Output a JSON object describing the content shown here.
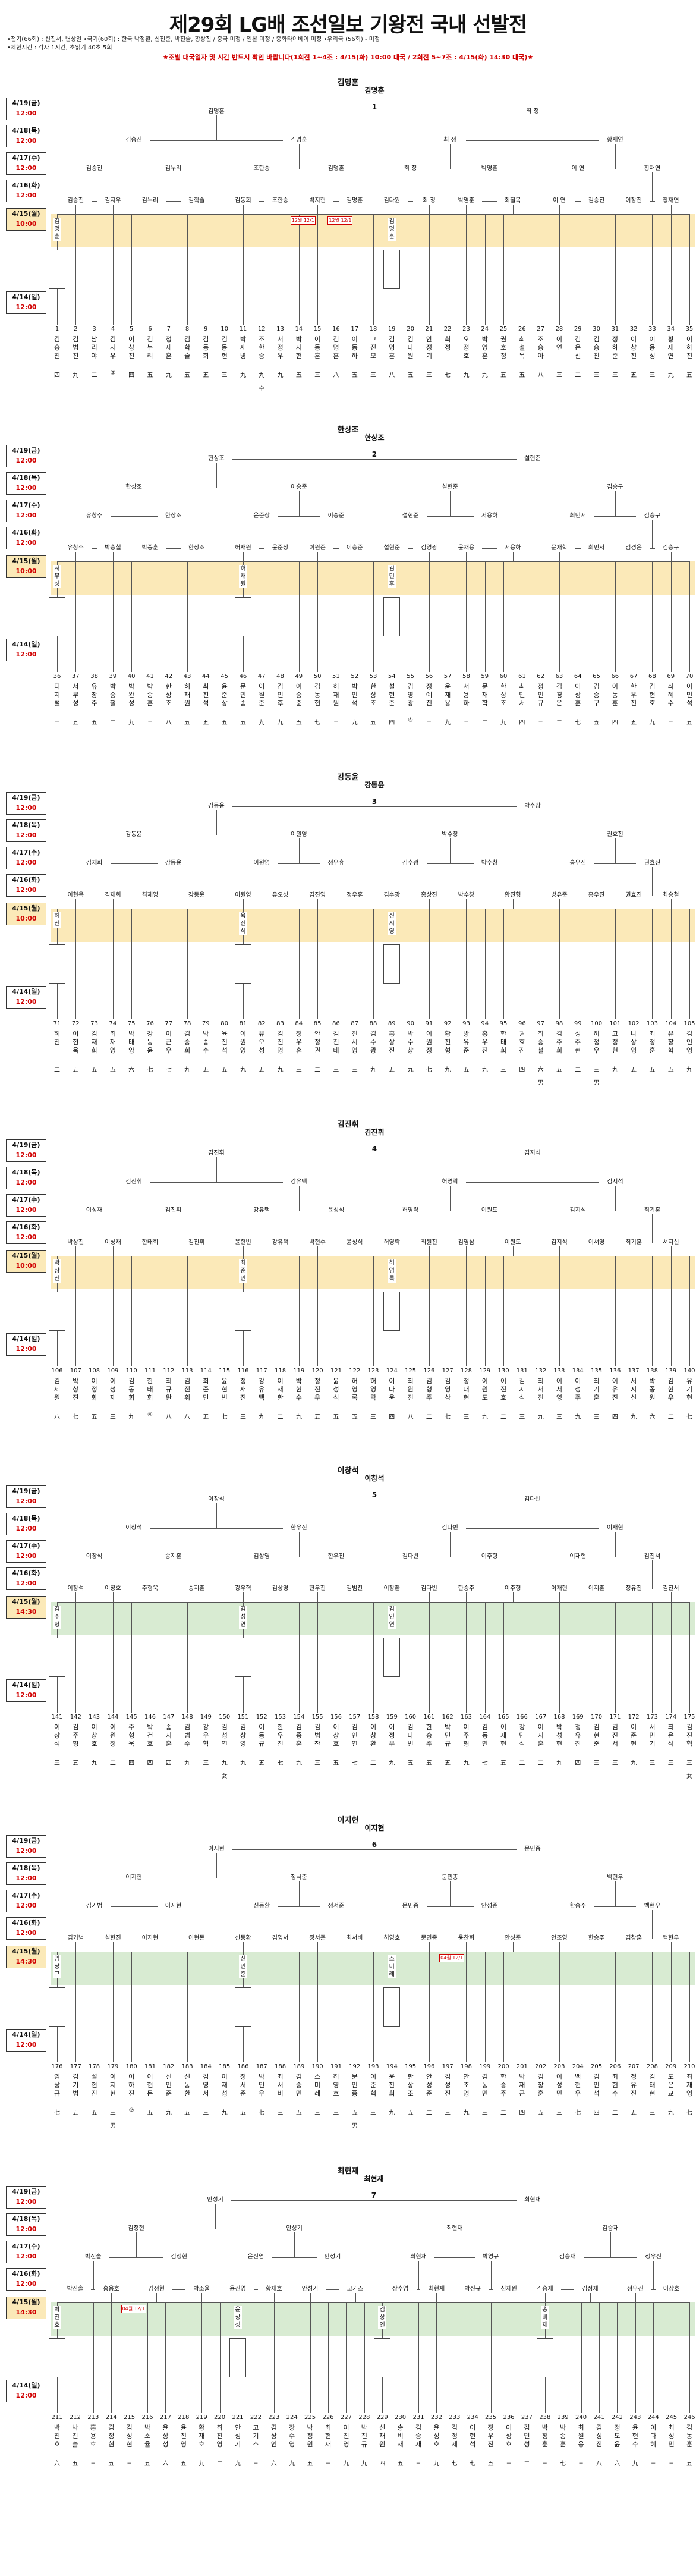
{
  "header": {
    "title": "제29회 LG배 조선일보 기왕전 국내 선발전",
    "info_line1": "•전기(66회) : 신진서, 변상일 •국기(60회) : 한국 박정환, 신진준, 박진솔, 황상진 / 중국 미정 / 일본 미정 / 중화타이베이 미정  •우리국 (56회) - 미정",
    "info_line2": "•제한시간 : 각자 1시간, 초읽기 40초 5회",
    "notice": "★조별 대국일자 및 시간 반드시 확인 바랍니다(1회전 1~4조 : 4/15(화) 10:00 대국 / 2회전 5~7조 : 4/15(화) 14:30 대국)★"
  },
  "colors": {
    "today_band": "#fbe9b8",
    "green_band": "#d8ebd2",
    "red": "#d00000"
  },
  "groups": [
    {
      "title": "김명훈",
      "no": "1",
      "date_time": "10:00",
      "band": "yellow",
      "seed_pos": [
        1,
        19
      ],
      "seeds": [
        "김명훈",
        "김명훈"
      ],
      "r2": [
        "김명훈",
        "최 정"
      ],
      "r3": [
        "김승진",
        "김명훈",
        "최 정",
        "황재연"
      ],
      "r4": [
        "김승진",
        "김누리",
        "조한승",
        "김명훈",
        "최 정",
        "박영훈",
        "이 연",
        "황재연"
      ],
      "r5": [
        "김승진",
        "김지우",
        "김누리",
        "김학술",
        "김동희",
        "조한승",
        "박지현",
        "김명훈",
        "김다원",
        "최 정",
        "박영훈",
        "최철목",
        "이 연",
        "김승진",
        "이창진",
        "황재연"
      ],
      "tags": [
        {
          "pos": 14,
          "text": "12월 12/1"
        },
        {
          "pos": 16,
          "text": "12월 12/1"
        }
      ],
      "numbers": [
        "1",
        "2",
        "3",
        "4",
        "5",
        "6",
        "7",
        "8",
        "9",
        "10",
        "11",
        "12",
        "13",
        "14",
        "15",
        "16",
        "17",
        "18",
        "19",
        "20",
        "21",
        "22",
        "23",
        "24",
        "25",
        "26",
        "27",
        "28",
        "29",
        "30",
        "31",
        "32",
        "33",
        "34",
        "35"
      ],
      "players": [
        "김승진",
        "김범진",
        "남리야",
        "김지우",
        "이상진",
        "김누리",
        "정재훈",
        "김학술",
        "김동희",
        "김동현",
        "박재병",
        "조한승",
        "서정우",
        "박지현",
        "이동훈",
        "김명훈",
        "이동하",
        "고진모",
        "김명훈",
        "김다원",
        "안정기",
        "최정",
        "오정호",
        "박영훈",
        "권호정",
        "최철목",
        "조승아",
        "이연",
        "김은선",
        "김승진",
        "정하준",
        "이창진",
        "이용성",
        "황재연",
        "이하진"
      ],
      "ranks": [
        "四",
        "九",
        "二",
        "②",
        "四",
        "五",
        "九",
        "五",
        "五",
        "三",
        "九",
        "九",
        "九",
        "五",
        "三",
        "八",
        "五",
        "三",
        "八",
        "五",
        "三",
        "七",
        "九",
        "九",
        "五",
        "五",
        "八",
        "三",
        "二",
        "三",
        "三",
        "五",
        "三",
        "九",
        "五"
      ],
      "r6_extra": "수"
    },
    {
      "title": "한상조",
      "no": "2",
      "date_time": "10:00",
      "band": "yellow",
      "seed_pos": [
        1,
        11,
        19
      ],
      "seeds": [
        "서무성",
        "허재원",
        "김민후"
      ],
      "r2": [
        "한상조",
        "설현준"
      ],
      "r3": [
        "한상조",
        "이승준",
        "설현준",
        "김승구"
      ],
      "r4": [
        "유창주",
        "한상조",
        "윤준상",
        "이승준",
        "설현준",
        "서용하",
        "최민서",
        "김승구"
      ],
      "r5": [
        "유창주",
        "박승철",
        "박종훈",
        "한상조",
        "허재원",
        "윤준상",
        "이원준",
        "이승준",
        "설현준",
        "김영광",
        "윤재용",
        "서용하",
        "문재학",
        "최민서",
        "김경은",
        "김승구"
      ],
      "tags": [],
      "numbers": [
        "36",
        "37",
        "38",
        "39",
        "40",
        "41",
        "42",
        "43",
        "44",
        "45",
        "46",
        "47",
        "48",
        "49",
        "50",
        "51",
        "52",
        "53",
        "54",
        "55",
        "56",
        "57",
        "58",
        "59",
        "60",
        "61",
        "62",
        "63",
        "64",
        "65",
        "66",
        "67",
        "68",
        "69",
        "70"
      ],
      "players": [
        "디지털",
        "서무성",
        "유창주",
        "박승철",
        "박완성",
        "박종훈",
        "한상조",
        "허재원",
        "최진석",
        "윤준상",
        "문민종",
        "이원준",
        "김민후",
        "이승준",
        "김동현",
        "허재원",
        "박민석",
        "한상조",
        "설현준",
        "김영광",
        "정예진",
        "윤재용",
        "서용하",
        "문재학",
        "한상조",
        "최민서",
        "정민규",
        "김경은",
        "이상훈",
        "김승구",
        "이동훈",
        "한우진",
        "김현호",
        "최혜수",
        "이민석"
      ],
      "ranks": [
        "三",
        "五",
        "五",
        "二",
        "九",
        "三",
        "八",
        "五",
        "五",
        "五",
        "五",
        "九",
        "九",
        "五",
        "七",
        "三",
        "九",
        "五",
        "四",
        "⑥",
        "三",
        "九",
        "三",
        "二",
        "九",
        "四",
        "三",
        "二",
        "七",
        "五",
        "四",
        "五",
        "九",
        "三",
        "五"
      ]
    },
    {
      "title": "강동윤",
      "no": "3",
      "date_time": "10:00",
      "band": "yellow",
      "seed_pos": [
        1,
        11,
        19
      ],
      "seeds": [
        "허진",
        "육진석",
        "진시영"
      ],
      "r2": [
        "강동윤",
        "박수창"
      ],
      "r3": [
        "강동윤",
        "이원영",
        "박수창",
        "권효진"
      ],
      "r4": [
        "김재희",
        "강동윤",
        "이원영",
        "정우휴",
        "김수광",
        "박수창",
        "홍우진",
        "권효진"
      ],
      "r5": [
        "이현욱",
        "김재희",
        "최재영",
        "강동윤",
        "이원영",
        "유오성",
        "김진영",
        "정우휴",
        "김수광",
        "홍상진",
        "박수창",
        "황진형",
        "방유준",
        "홍우진",
        "권효진",
        "최승철"
      ],
      "tags": [],
      "numbers": [
        "71",
        "72",
        "73",
        "74",
        "75",
        "76",
        "77",
        "78",
        "79",
        "80",
        "81",
        "82",
        "83",
        "84",
        "85",
        "86",
        "87",
        "88",
        "89",
        "90",
        "91",
        "92",
        "93",
        "94",
        "95",
        "96",
        "97",
        "98",
        "99",
        "100",
        "101",
        "102",
        "103",
        "104",
        "105"
      ],
      "players": [
        "허진",
        "이현욱",
        "김재희",
        "최재영",
        "박태양",
        "강동윤",
        "이근우",
        "김승희",
        "박종수",
        "육진석",
        "이원영",
        "유오성",
        "김진영",
        "정우휴",
        "안정권",
        "김진태",
        "진시영",
        "김수광",
        "홍상진",
        "박수창",
        "이원정",
        "황진형",
        "방유준",
        "홍우진",
        "한태희",
        "권효진",
        "최승철",
        "김주희",
        "성주현",
        "허정우",
        "고정현",
        "나상영",
        "최정훈",
        "유창혁",
        "김인영"
      ],
      "ranks": [
        "二",
        "五",
        "五",
        "五",
        "六",
        "七",
        "七",
        "九",
        "五",
        "五",
        "九",
        "五",
        "九",
        "三",
        "二",
        "三",
        "三",
        "九",
        "五",
        "九",
        "七",
        "九",
        "五",
        "九",
        "三",
        "四",
        "六",
        "五",
        "二",
        "三",
        "九",
        "五",
        "五",
        "五",
        "九"
      ],
      "extra_marks": [
        {
          "pos": 27,
          "text": "男"
        },
        {
          "pos": 30,
          "text": "男"
        }
      ]
    },
    {
      "title": "김진휘",
      "no": "4",
      "date_time": "10:00",
      "band": "yellow",
      "seed_pos": [
        1,
        11,
        19
      ],
      "seeds": [
        "박상진",
        "최준민",
        "허영록"
      ],
      "r2": [
        "김진휘",
        "김지석"
      ],
      "r3": [
        "김진휘",
        "강유택",
        "허영락",
        "김지석"
      ],
      "r4": [
        "이성재",
        "김진휘",
        "강유택",
        "윤성식",
        "허영락",
        "이원도",
        "김지석",
        "최기훈"
      ],
      "r5": [
        "박상진",
        "이성재",
        "한태희",
        "김진휘",
        "윤현빈",
        "강유택",
        "박현수",
        "윤성식",
        "허영락",
        "최원진",
        "김영삼",
        "이원도",
        "김지석",
        "이서영",
        "최기훈",
        "서지신"
      ],
      "tags": [],
      "numbers": [
        "106",
        "107",
        "108",
        "109",
        "110",
        "111",
        "112",
        "113",
        "114",
        "115",
        "116",
        "117",
        "118",
        "119",
        "120",
        "121",
        "122",
        "123",
        "124",
        "125",
        "126",
        "127",
        "128",
        "129",
        "130",
        "131",
        "132",
        "133",
        "134",
        "135",
        "136",
        "137",
        "138",
        "139",
        "140"
      ],
      "players": [
        "김세원",
        "박상진",
        "이정화",
        "이성재",
        "김동희",
        "한태희",
        "최규완",
        "김진휘",
        "최준민",
        "윤현빈",
        "정재진",
        "강유택",
        "이재한",
        "박현수",
        "정진우",
        "윤성식",
        "허영록",
        "허영락",
        "이다윤",
        "최원진",
        "김형주",
        "김영삼",
        "정대현",
        "이원도",
        "이진호",
        "김지석",
        "최서진",
        "이서영",
        "이성주",
        "최기훈",
        "이유진",
        "서지신",
        "박종원",
        "김현우",
        "유기현"
      ],
      "ranks": [
        "八",
        "七",
        "五",
        "三",
        "九",
        "④",
        "八",
        "八",
        "五",
        "七",
        "三",
        "九",
        "二",
        "九",
        "五",
        "五",
        "五",
        "三",
        "四",
        "八",
        "二",
        "七",
        "三",
        "九",
        "二",
        "三",
        "九",
        "三",
        "九",
        "三",
        "四",
        "九",
        "六",
        "二",
        "七"
      ]
    },
    {
      "title": "이창석",
      "no": "5",
      "date_time": "14:30",
      "band": "green",
      "seed_pos": [
        1,
        11,
        19
      ],
      "seeds": [
        "김주형",
        "김성연",
        "김인연"
      ],
      "r2": [
        "이창석",
        "김다빈"
      ],
      "r3": [
        "이창석",
        "한우진",
        "김다빈",
        "이재현"
      ],
      "r4": [
        "이창석",
        "송지훈",
        "김상영",
        "한우진",
        "김다빈",
        "이주형",
        "이재현",
        "김진서"
      ],
      "r5": [
        "이창석",
        "이창호",
        "주형욱",
        "송지훈",
        "강우혁",
        "김상영",
        "한우진",
        "김범찬",
        "이창환",
        "김다빈",
        "한승주",
        "이주형",
        "이재현",
        "이지훈",
        "정유진",
        "김진서"
      ],
      "tags": [],
      "numbers": [
        "141",
        "142",
        "143",
        "144",
        "145",
        "146",
        "147",
        "148",
        "149",
        "150",
        "151",
        "152",
        "153",
        "154",
        "155",
        "156",
        "157",
        "158",
        "159",
        "160",
        "161",
        "162",
        "163",
        "164",
        "165",
        "166",
        "167",
        "168",
        "169",
        "170",
        "171",
        "172",
        "173",
        "174",
        "175"
      ],
      "players": [
        "이창석",
        "김주형",
        "이창호",
        "이원정",
        "주형욱",
        "박건호",
        "송지훈",
        "김범수",
        "강우혁",
        "김성연",
        "김상영",
        "이동규",
        "한우진",
        "김종훈",
        "김범찬",
        "이상호",
        "김인연",
        "이창환",
        "이정우",
        "김다빈",
        "한승주",
        "박민규",
        "이주형",
        "김동민",
        "이재현",
        "강민석",
        "이지훈",
        "박성현",
        "정유진",
        "김현준",
        "김진서",
        "이준현",
        "서민기",
        "최은석",
        "김진혁"
      ],
      "ranks": [
        "三",
        "五",
        "九",
        "二",
        "四",
        "四",
        "四",
        "九",
        "三",
        "九",
        "九",
        "五",
        "七",
        "九",
        "三",
        "五",
        "七",
        "二",
        "九",
        "五",
        "五",
        "五",
        "九",
        "七",
        "五",
        "二",
        "二",
        "九",
        "四",
        "三",
        "三",
        "九",
        "三",
        "三",
        "三"
      ],
      "extra_marks": [
        {
          "pos": 10,
          "text": "女"
        },
        {
          "pos": 35,
          "text": "女"
        }
      ]
    },
    {
      "title": "이지현",
      "no": "6",
      "date_time": "14:30",
      "band": "green",
      "seed_pos": [
        1,
        11,
        19
      ],
      "seeds": [
        "임상규",
        "신민준",
        "스미레"
      ],
      "r2": [
        "이지현",
        "문민종"
      ],
      "r3": [
        "이지현",
        "정서준",
        "문민종",
        "백현우"
      ],
      "r4": [
        "김기범",
        "이지현",
        "신동환",
        "정서준",
        "문민종",
        "안성준",
        "한승주",
        "백현우"
      ],
      "r5": [
        "김기범",
        "설현진",
        "이지현",
        "이현돈",
        "신동환",
        "김영서",
        "정서준",
        "최서비",
        "허영호",
        "문민종",
        "윤찬희",
        "안성준",
        "안조영",
        "한승주",
        "김창훈",
        "백현우"
      ],
      "tags": [
        {
          "pos": 22,
          "text": "04월 12/1"
        }
      ],
      "numbers": [
        "176",
        "177",
        "178",
        "179",
        "180",
        "181",
        "182",
        "183",
        "184",
        "185",
        "186",
        "187",
        "188",
        "189",
        "190",
        "191",
        "192",
        "193",
        "194",
        "195",
        "196",
        "197",
        "198",
        "199",
        "200",
        "201",
        "202",
        "203",
        "204",
        "205",
        "206",
        "207",
        "208",
        "209",
        "210"
      ],
      "players": [
        "임상규",
        "김기범",
        "설현진",
        "이지현",
        "이하진",
        "이현돈",
        "신민준",
        "신동환",
        "김영서",
        "이재성",
        "정서준",
        "박민우",
        "최서비",
        "김승민",
        "스미레",
        "허영호",
        "문민종",
        "이준혁",
        "윤찬희",
        "한상조",
        "안성준",
        "김성진",
        "안조영",
        "김동민",
        "한승주",
        "박재근",
        "김창훈",
        "이성민",
        "백현우",
        "김민석",
        "최현수",
        "정유진",
        "김태현",
        "도은교",
        "최재영"
      ],
      "ranks": [
        "七",
        "五",
        "五",
        "三",
        "②",
        "五",
        "九",
        "五",
        "三",
        "九",
        "五",
        "七",
        "三",
        "五",
        "三",
        "三",
        "五",
        "三",
        "九",
        "五",
        "二",
        "三",
        "九",
        "三",
        "二",
        "四",
        "五",
        "三",
        "七",
        "四",
        "二",
        "五",
        "三",
        "九",
        "七"
      ],
      "extra_marks": [
        {
          "pos": 4,
          "text": "男"
        },
        {
          "pos": 17,
          "text": "男"
        }
      ]
    },
    {
      "title": "최현재",
      "no": "7",
      "date_time": "14:30",
      "band": "green",
      "seed_pos": [
        1,
        11,
        19,
        28
      ],
      "seeds": [
        "박진호",
        "윤상성",
        "김상인",
        "송비재"
      ],
      "r2": [
        "안성기",
        "최현재"
      ],
      "r3": [
        "김정현",
        "안성기",
        "최현재",
        "김승재"
      ],
      "r4": [
        "박진솔",
        "김정현",
        "윤진영",
        "안성기",
        "최현재",
        "박영규",
        "김승재",
        "정우진"
      ],
      "r5": [
        "박진솔",
        "홍용호",
        "김정현",
        "박소율",
        "윤진영",
        "황재호",
        "안성기",
        "고기스",
        "장수영",
        "최현재",
        "박진규",
        "신재원",
        "김승재",
        "김정제",
        "정우진",
        "이상호"
      ],
      "tags": [
        {
          "pos": 5,
          "text": "04월 12/1"
        }
      ],
      "numbers": [
        "211",
        "212",
        "213",
        "214",
        "215",
        "216",
        "217",
        "218",
        "219",
        "220",
        "221",
        "222",
        "223",
        "224",
        "225",
        "226",
        "227",
        "228",
        "229",
        "230",
        "231",
        "232",
        "233",
        "234",
        "235",
        "236",
        "237",
        "238",
        "239",
        "240",
        "241",
        "242",
        "243",
        "244",
        "245",
        "246"
      ],
      "players": [
        "박진호",
        "박진솔",
        "홍용호",
        "김정현",
        "김성현",
        "박소율",
        "윤상성",
        "윤진영",
        "황재호",
        "최진영",
        "안성기",
        "고기스",
        "김상인",
        "장수영",
        "박정원",
        "최현재",
        "이진영",
        "박진규",
        "신재원",
        "송비재",
        "김승재",
        "윤성호",
        "김정제",
        "이현석",
        "정우진",
        "이상호",
        "김민성",
        "박정훈",
        "박종훈",
        "최원용",
        "김성진",
        "정도윤",
        "윤현수",
        "이다혜",
        "최성민",
        "김동훈"
      ],
      "ranks": [
        "六",
        "五",
        "三",
        "五",
        "三",
        "五",
        "六",
        "五",
        "九",
        "二",
        "九",
        "三",
        "六",
        "九",
        "五",
        "三",
        "九",
        "九",
        "四",
        "五",
        "三",
        "九",
        "七",
        "七",
        "五",
        "三",
        "二",
        "三",
        "七",
        "三",
        "八",
        "六",
        "九",
        "三",
        "三",
        "五"
      ]
    }
  ]
}
